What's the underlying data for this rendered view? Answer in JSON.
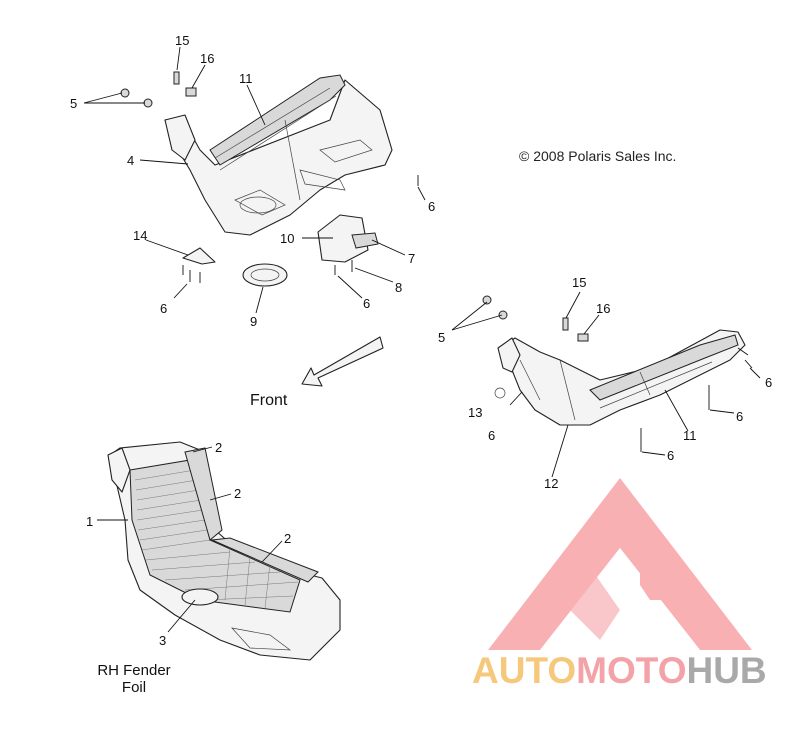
{
  "copyright": "© 2008 Polaris Sales Inc.",
  "front_label": "Front",
  "caption": {
    "line1": "RH Fender",
    "line2": "Foil"
  },
  "watermark": {
    "part1": "AUTO",
    "part2": "MOTO",
    "part3": "HUB",
    "colors": {
      "part1": "#f6c87c",
      "part2": "#f3a3a8",
      "part3": "#a9a9a9",
      "logo": "#f7a3a6"
    }
  },
  "callouts": {
    "c15a": "15",
    "c16a": "16",
    "c11a": "11",
    "c5a": "5",
    "c4": "4",
    "c6a": "6",
    "c10": "10",
    "c7": "7",
    "c14": "14",
    "c8": "8",
    "c6b": "6",
    "c6c": "6",
    "c9": "9",
    "c15b": "15",
    "c16b": "16",
    "c5b": "5",
    "c6d": "6",
    "c13": "13",
    "c6e": "6",
    "c11b": "11",
    "c6f": "6",
    "c6g": "6",
    "c12": "12",
    "c2a": "2",
    "c2b": "2",
    "c1": "1",
    "c2c": "2",
    "c3": "3"
  }
}
